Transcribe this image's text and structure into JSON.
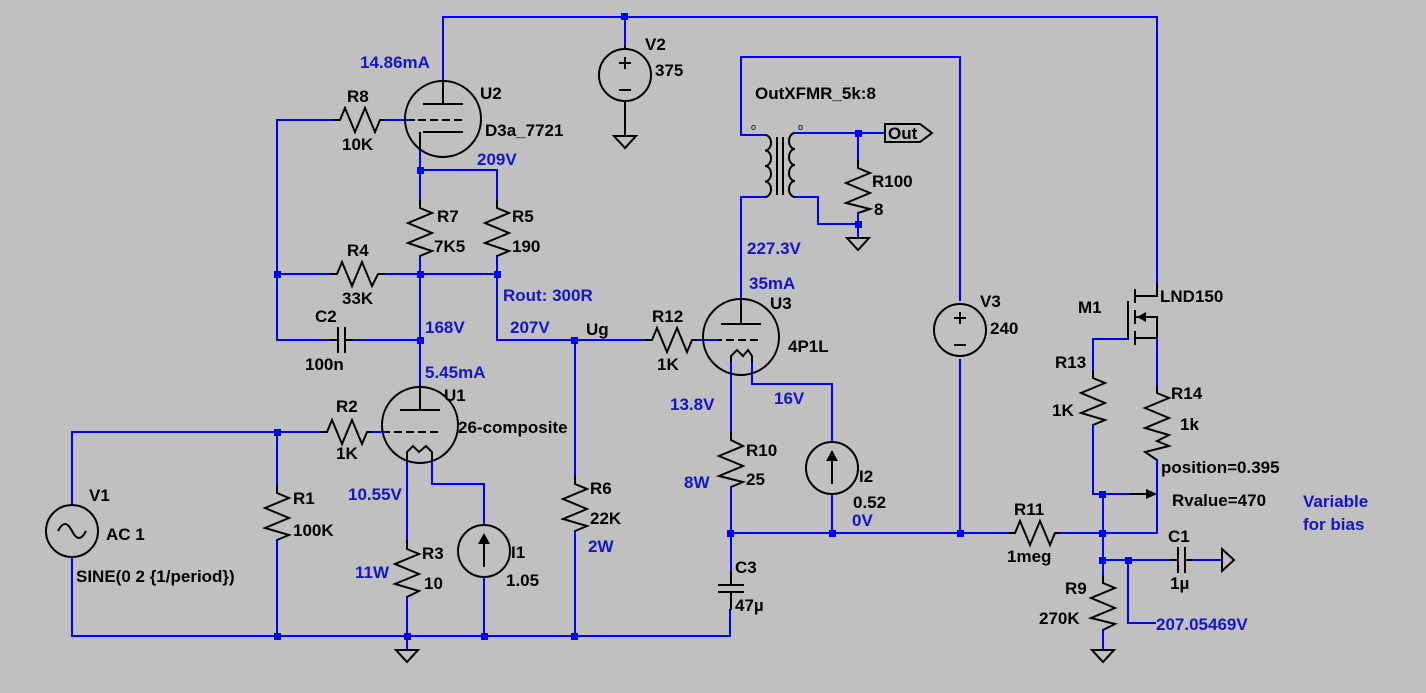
{
  "colors": {
    "background": "#c0c0c0",
    "wire": "#0000ff",
    "component": "#000000",
    "annotation": "#1414c8"
  },
  "components": {
    "V1": {
      "name": "V1",
      "value": "AC 1",
      "spice": "SINE(0 2 {1/period})"
    },
    "V2": {
      "name": "V2",
      "value": "375"
    },
    "V3": {
      "name": "V3",
      "value": "240"
    },
    "U1": {
      "name": "U1",
      "model": "26-composite"
    },
    "U2": {
      "name": "U2",
      "model": "D3a_7721"
    },
    "U3": {
      "name": "U3",
      "model": "4P1L"
    },
    "M1": {
      "name": "M1",
      "model": "LND150"
    },
    "R1": {
      "name": "R1",
      "value": "100K"
    },
    "R2": {
      "name": "R2",
      "value": "1K"
    },
    "R3": {
      "name": "R3",
      "value": "10"
    },
    "R4": {
      "name": "R4",
      "value": "33K"
    },
    "R5": {
      "name": "R5",
      "value": "190"
    },
    "R6": {
      "name": "R6",
      "value": "22K"
    },
    "R7": {
      "name": "R7",
      "value": "7K5"
    },
    "R8": {
      "name": "R8",
      "value": "10K"
    },
    "R9": {
      "name": "R9",
      "value": "270K"
    },
    "R10": {
      "name": "R10",
      "value": "25"
    },
    "R11": {
      "name": "R11",
      "value": "1meg"
    },
    "R12": {
      "name": "R12",
      "value": "1K"
    },
    "R13": {
      "name": "R13",
      "value": "1K"
    },
    "R14": {
      "name": "R14",
      "value": "1k",
      "position": "position=0.395",
      "rvalue": "Rvalue=470"
    },
    "R100": {
      "name": "R100",
      "value": "8"
    },
    "C1": {
      "name": "C1",
      "value": "1µ"
    },
    "C2": {
      "name": "C2",
      "value": "100n"
    },
    "C3": {
      "name": "C3",
      "value": "47µ"
    },
    "I1": {
      "name": "I1",
      "value": "1.05"
    },
    "I2": {
      "name": "I2",
      "value": "0.52"
    },
    "XFMR": {
      "name": "OutXFMR_5k:8"
    }
  },
  "net_labels": {
    "ug": "Ug",
    "out": "Out"
  },
  "annotations": {
    "u2_current": "14.86mA",
    "u2_cathode_v": "209V",
    "rout": "Rout: 300R",
    "n168": "168V",
    "n207": "207V",
    "u1_current": "5.45mA",
    "u1_cathode_v": "10.55V",
    "r3_power": "11W",
    "r6_power": "2W",
    "u3_plate_v": "227.3V",
    "u3_current": "35mA",
    "u3_cathode_v": "13.8V",
    "i2_v": "16V",
    "r10_power": "8W",
    "zero_v": "0V",
    "bias_v": "207.05469V",
    "variable_bias_1": "Variable",
    "variable_bias_2": "for bias"
  }
}
